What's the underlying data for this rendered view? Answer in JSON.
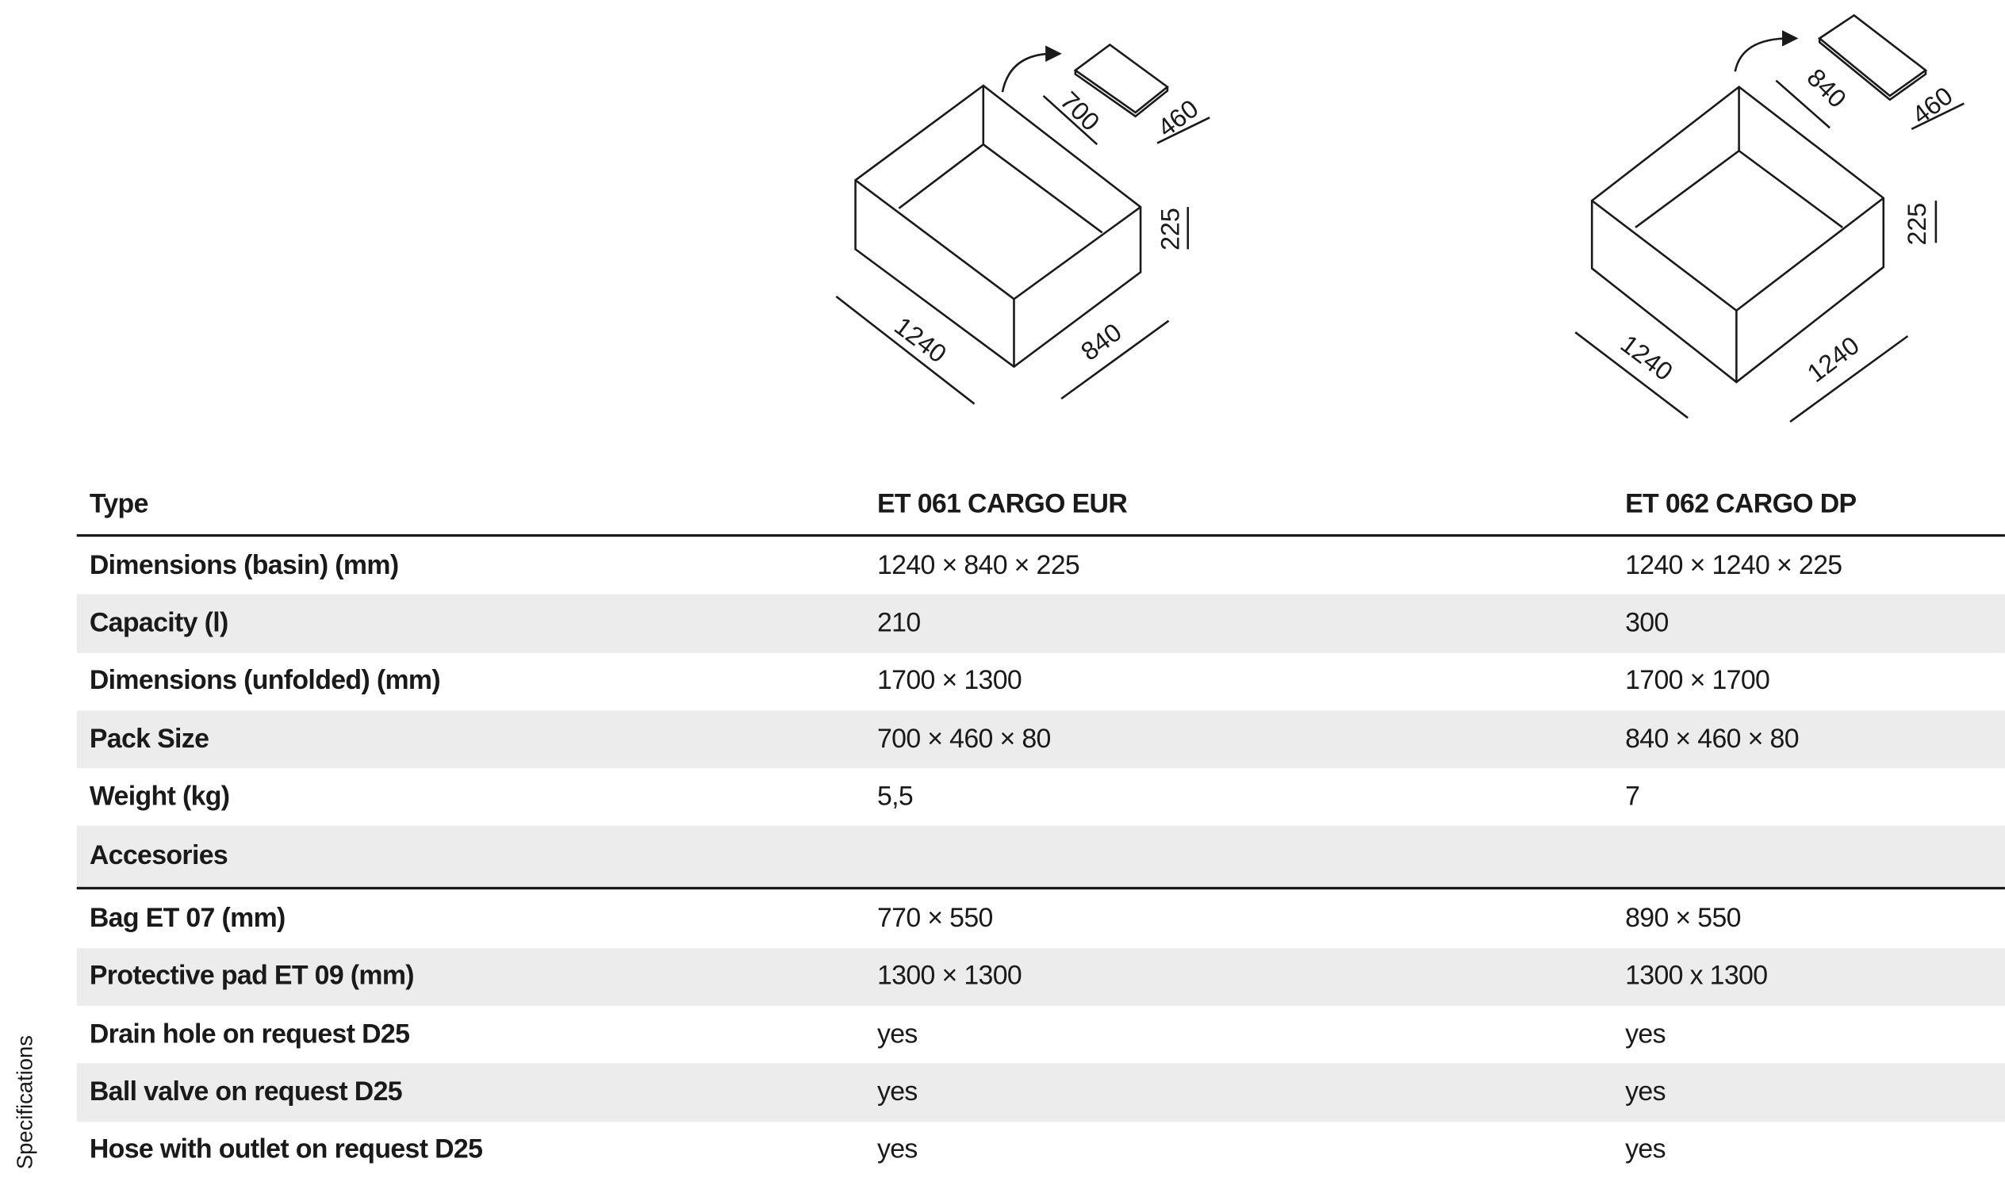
{
  "drawings": [
    {
      "name": "ET 061 CARGO EUR",
      "length": "1240",
      "width": "840",
      "height": "225",
      "pack_length": "700",
      "pack_width": "460"
    },
    {
      "name": "ET 062 CARGO DP",
      "length": "1240",
      "width": "1240",
      "height": "225",
      "pack_length": "840",
      "pack_width": "460"
    }
  ],
  "table": {
    "header": [
      "Type",
      "ET 061 CARGO EUR",
      "ET 062 CARGO DP"
    ],
    "rows": [
      [
        "Dimensions (basin) (mm)",
        "1240 × 840 × 225",
        "1240 × 1240 × 225"
      ],
      [
        "Capacity (l)",
        "210",
        "300"
      ],
      [
        "Dimensions (unfolded) (mm)",
        "1700 × 1300",
        "1700 × 1700"
      ],
      [
        "Pack Size",
        "700 × 460 × 80",
        "840 × 460 × 80"
      ],
      [
        "Weight (kg)",
        "5,5",
        "7"
      ]
    ],
    "accessories_label": "Accesories",
    "accessory_rows": [
      [
        "Bag ET 07 (mm)",
        "770 × 550",
        "890 × 550"
      ],
      [
        "Protective pad ET 09 (mm)",
        "1300 × 1300",
        "1300 x 1300"
      ],
      [
        "Drain hole on request D25",
        "yes",
        "yes"
      ],
      [
        "Ball valve on request D25",
        "yes",
        "yes"
      ],
      [
        "Hose with outlet on request D25",
        "yes",
        "yes"
      ]
    ]
  },
  "side_label": "Specifications"
}
